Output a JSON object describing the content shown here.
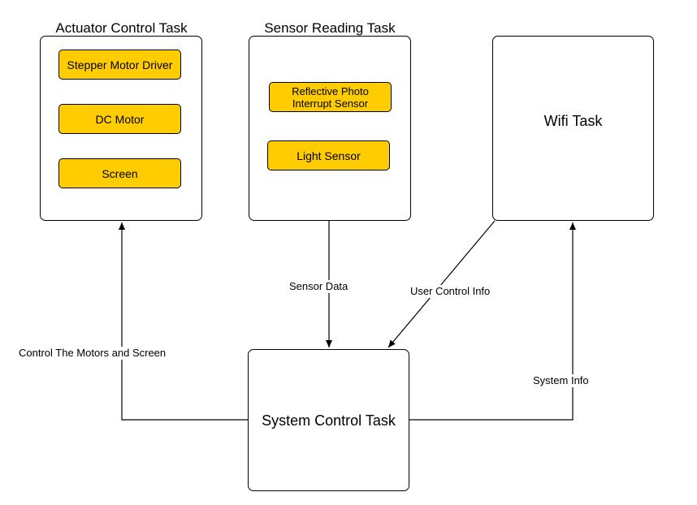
{
  "actuator_task": {
    "title": "Actuator Control Task",
    "components": [
      "Stepper Motor Driver",
      "DC Motor",
      "Screen"
    ]
  },
  "sensor_task": {
    "title": "Sensor Reading Task",
    "components": [
      "Reflective Photo\nInterrupt Sensor",
      "Light Sensor"
    ]
  },
  "wifi_task": {
    "title": "Wifi Task"
  },
  "system_task": {
    "title": "System Control Task"
  },
  "edges": {
    "sensor_data": "Sensor Data",
    "user_control_info": "User Control Info",
    "control_motors_screen": "Control The Motors and Screen",
    "system_info": "System Info"
  },
  "colors": {
    "component_fill": "#ffcc00",
    "stroke": "#000000",
    "background": "#ffffff"
  }
}
